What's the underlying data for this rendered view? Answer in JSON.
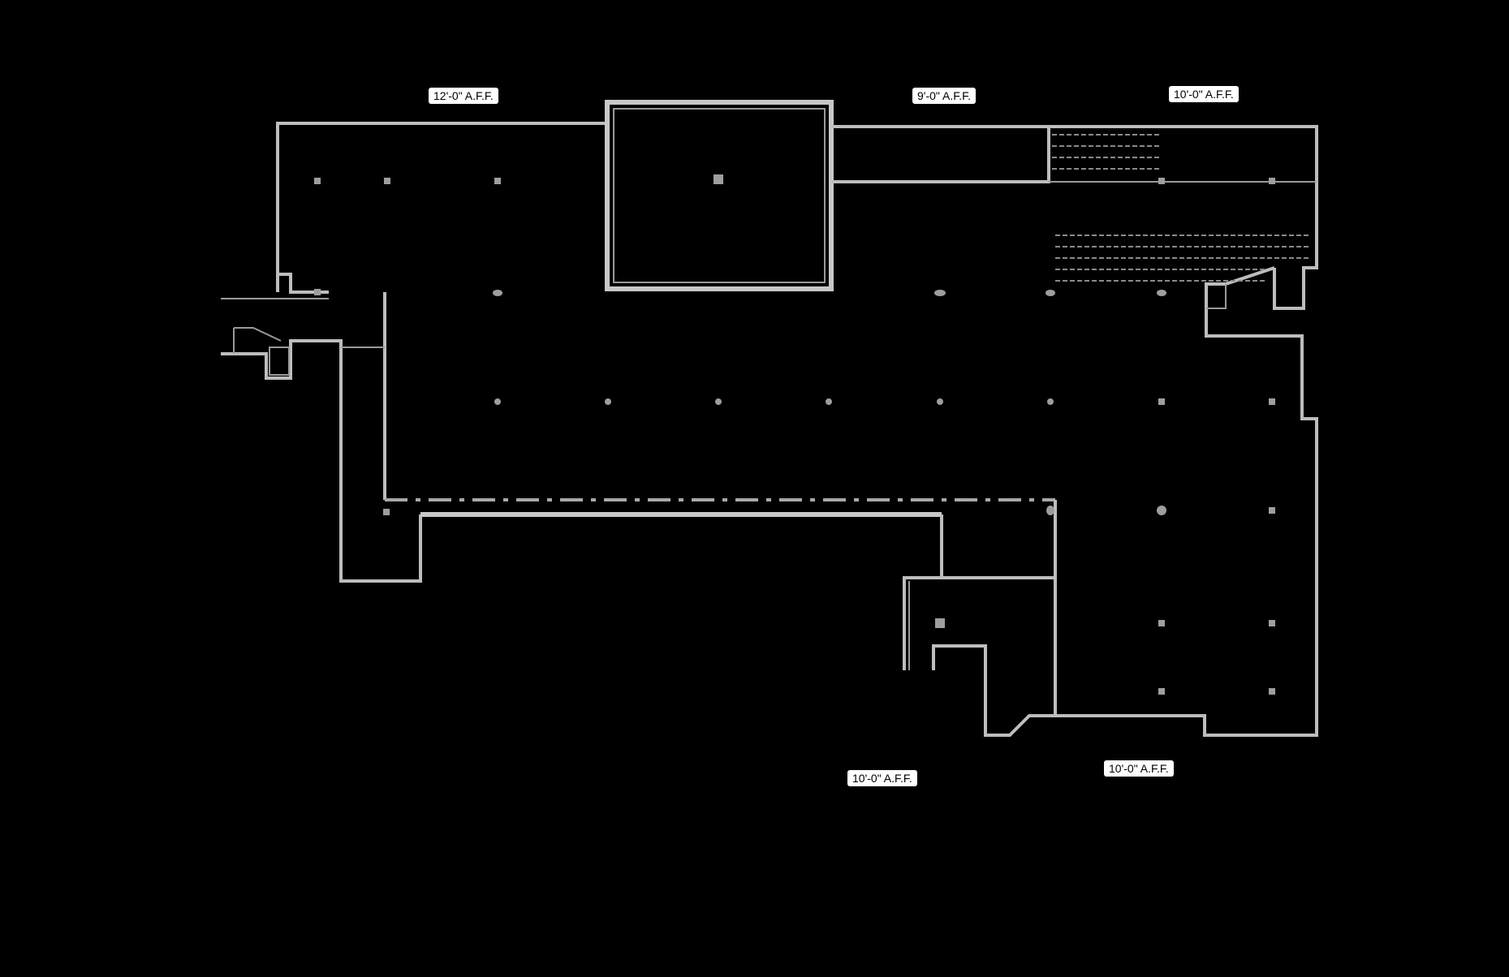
{
  "ceiling_labels": [
    {
      "id": "label-top-left",
      "text": "12'-0\" A.F.F."
    },
    {
      "id": "label-top-center",
      "text": "9'-0\" A.F.F."
    },
    {
      "id": "label-top-right",
      "text": "10'-0\" A.F.F."
    },
    {
      "id": "label-bottom-center",
      "text": "10'-0\" A.F.F."
    },
    {
      "id": "label-bottom-right",
      "text": "10'-0\" A.F.F."
    }
  ],
  "colors": {
    "background": "#000000",
    "wall": "#bdbdbd",
    "label_background": "#ffffff",
    "label_text": "#000000"
  }
}
